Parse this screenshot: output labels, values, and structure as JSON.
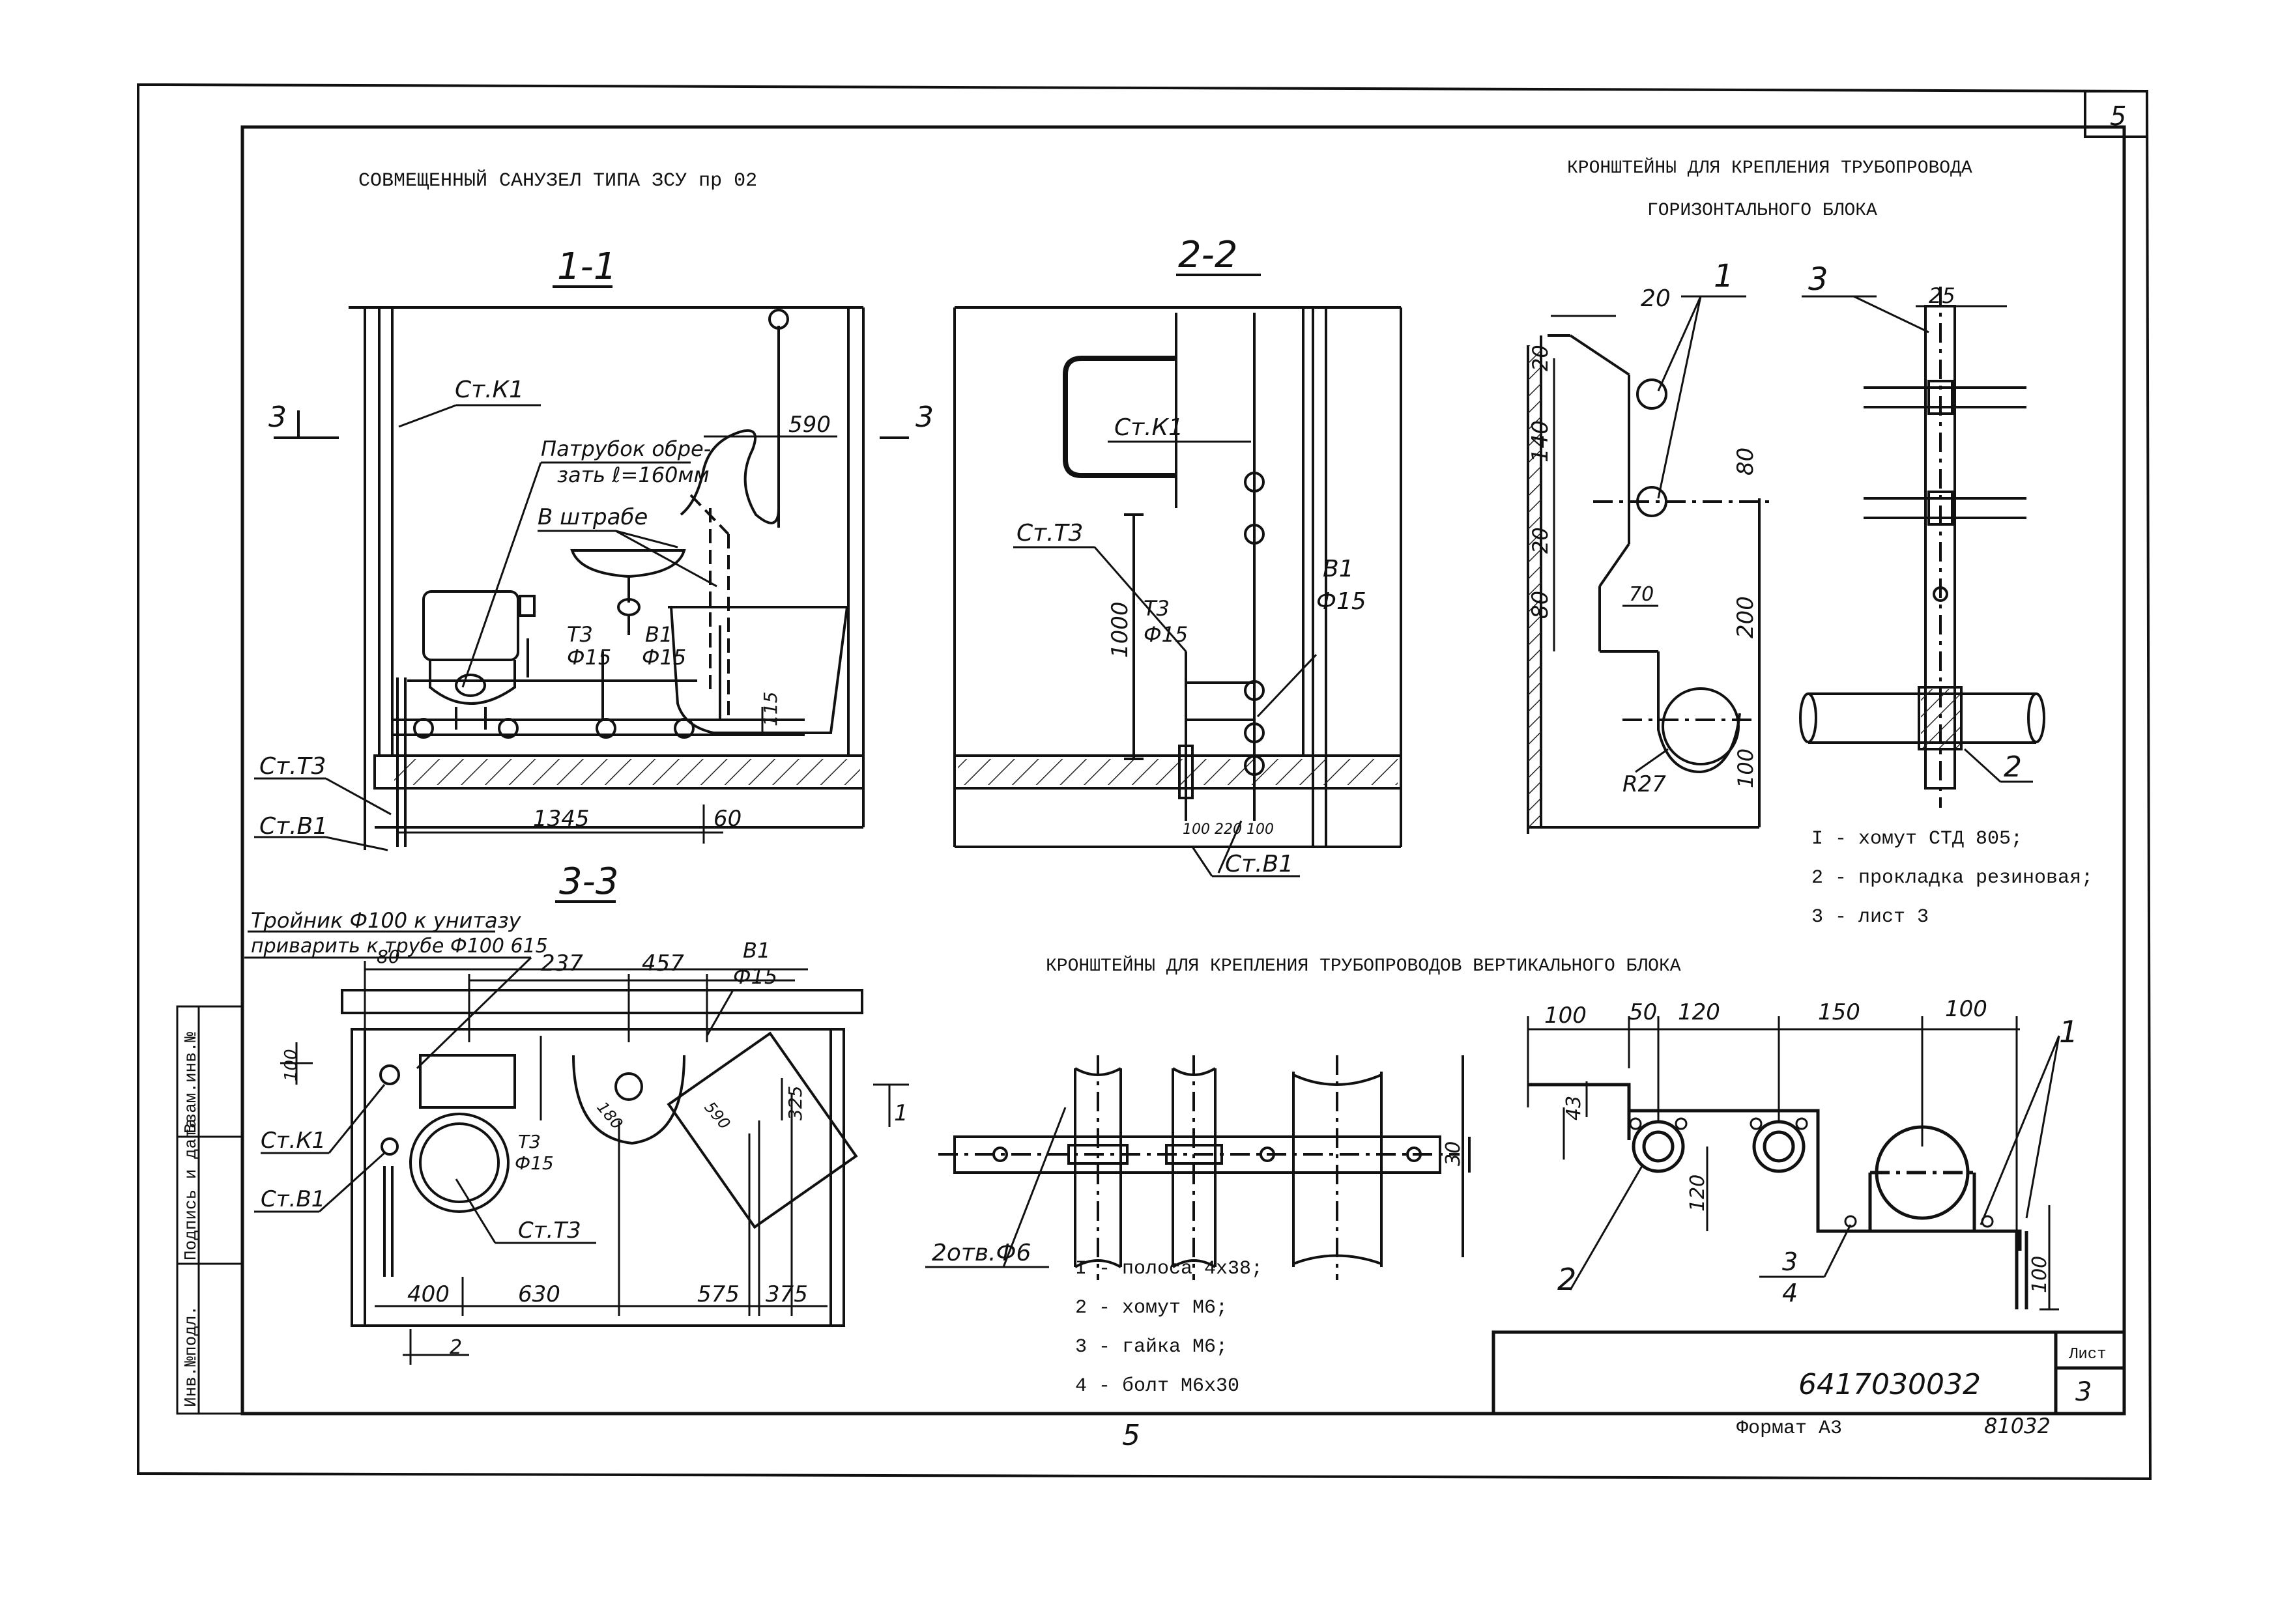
{
  "sheet": {
    "page_number": "5",
    "sheet_number_bottom": "5",
    "side_stamp": [
      "Инв.№подл.",
      "Подпись и дата",
      "Взам.инв.№"
    ]
  },
  "titles": {
    "main": "СОВМЕЩЕННЫЙ САНУЗЕЛ ТИПА ЗСУ пр 02",
    "horiz_line1": "КРОНШТЕЙНЫ ДЛЯ КРЕПЛЕНИЯ ТРУБОПРОВОДА",
    "horiz_line2": "ГОРИЗОНТАЛЬНОГО БЛОКА",
    "vert": "КРОНШТЕЙНЫ ДЛЯ КРЕПЛЕНИЯ ТРУБОПРОВОДОВ ВЕРТИКАЛЬНОГО БЛОКА"
  },
  "section_1_1": {
    "label": "1-1",
    "cut_mark": "3",
    "riser_k1": "Ст.К1",
    "riser_t3": "Ст.Т3",
    "riser_v1": "Ст.В1",
    "note_line1": "Патрубок обре-",
    "note_line2": "зать ℓ=160мм",
    "in_groove": "В штрабе",
    "t3": "Т3",
    "phi15a": "Ф15",
    "v1": "В1",
    "phi15b": "Ф15",
    "dim_590": "590",
    "dim_115": "115",
    "dim_1345": "1345",
    "dim_60": "60"
  },
  "section_2_2": {
    "label": "2-2",
    "riser_k1": "Ст.К1",
    "riser_t3": "Ст.Т3",
    "riser_v1": "Ст.В1",
    "t3": "Т3",
    "phi15a": "Ф15",
    "v1": "В1",
    "phi15b": "Ф15",
    "dim_1000": "1000",
    "dim_bottom": "100 220 100"
  },
  "section_3_3": {
    "label": "3-3",
    "tee_line1": "Тройник Ф100 к унитазу",
    "tee_line2": "приварить к трубе Ф100 615",
    "riser_k1": "Ст.К1",
    "riser_v1": "Ст.В1",
    "riser_t3": "Ст.Т3",
    "v1": "В1",
    "phi15a": "Ф15",
    "t3": "Т3",
    "phi15b": "Ф15",
    "dim_80": "80",
    "dim_237": "237",
    "dim_457": "457",
    "dim_100": "100",
    "dim_180": "180",
    "dim_590": "590",
    "dim_325": "325",
    "dim_400": "400",
    "dim_630": "630",
    "dim_575": "575",
    "dim_375": "375",
    "cut_mark": "2",
    "cut_mark_side": "1"
  },
  "horizontal_bracket": {
    "dim_20_top": "20",
    "dim_20_side": "20",
    "dim_140": "140",
    "dim_20b": "20",
    "dim_80": "80",
    "dim_80b": "80",
    "dim_70": "70",
    "dim_200": "200",
    "dim_100": "100",
    "radius": "R27",
    "dim_25": "25",
    "lead_1": "1",
    "lead_3": "3",
    "lead_2": "2",
    "legend": [
      "I - хомут СТД 805;",
      "2 - прокладка резиновая;",
      "3 - лист 3"
    ]
  },
  "vertical_bracket": {
    "holes": "2отв.Ф6",
    "dim_30": "30",
    "legend": [
      "I - полоса 4х38;",
      "2 - хомут М6;",
      "3 - гайка М6;",
      "4 - болт М6х30"
    ]
  },
  "vertical_block_right": {
    "dims_top": [
      "100",
      "50",
      "120",
      "150",
      "100"
    ],
    "dim_43": "43",
    "dim_120": "120",
    "dim_100": "100",
    "lead_1": "1",
    "lead_2": "2",
    "lead_3": "3",
    "lead_4": "4"
  },
  "title_block": {
    "doc_number": "6417030032",
    "sheet_label": "Лист",
    "sheet_value": "3",
    "format": "Формат А3",
    "code": "81032"
  }
}
